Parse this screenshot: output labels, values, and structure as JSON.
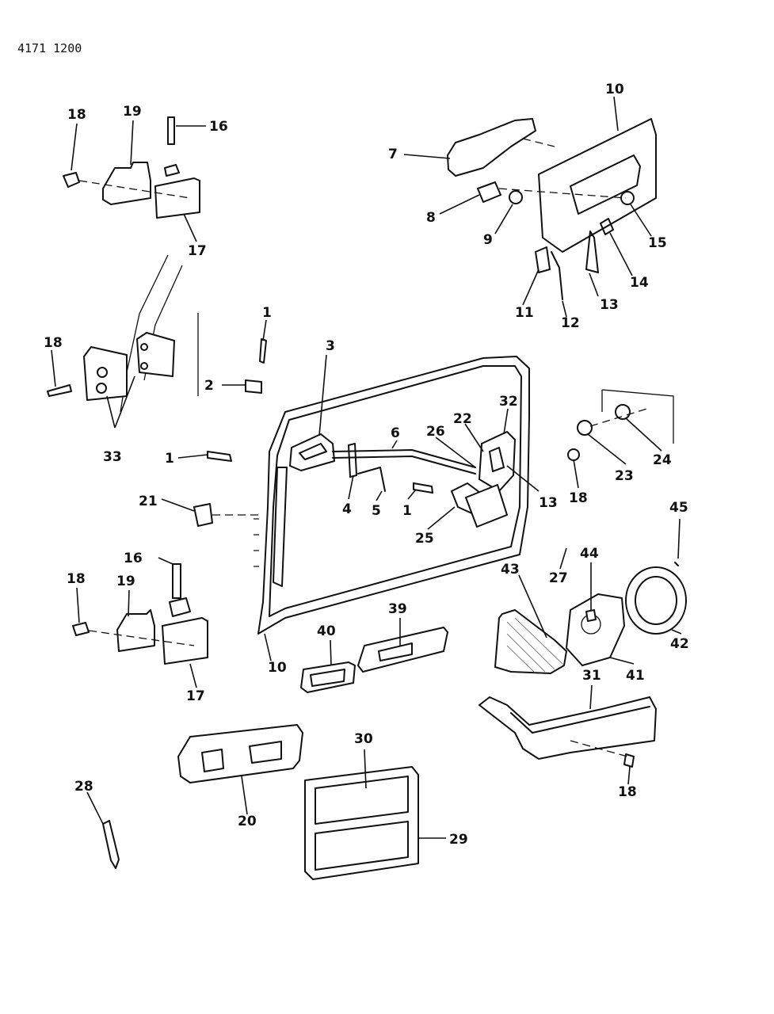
{
  "document": {
    "code": "4171 1200"
  },
  "callouts": [
    {
      "id": "c18a",
      "label": "18"
    },
    {
      "id": "c19a",
      "label": "19"
    },
    {
      "id": "c16a",
      "label": "16"
    },
    {
      "id": "c17a",
      "label": "17"
    },
    {
      "id": "c7",
      "label": "7"
    },
    {
      "id": "c10a",
      "label": "10"
    },
    {
      "id": "c8",
      "label": "8"
    },
    {
      "id": "c9",
      "label": "9"
    },
    {
      "id": "c15",
      "label": "15"
    },
    {
      "id": "c14",
      "label": "14"
    },
    {
      "id": "c13a",
      "label": "13"
    },
    {
      "id": "c12",
      "label": "12"
    },
    {
      "id": "c11",
      "label": "11"
    },
    {
      "id": "c18b",
      "label": "18"
    },
    {
      "id": "c33",
      "label": "33"
    },
    {
      "id": "c1a",
      "label": "1"
    },
    {
      "id": "c2",
      "label": "2"
    },
    {
      "id": "c3",
      "label": "3"
    },
    {
      "id": "c6",
      "label": "6"
    },
    {
      "id": "c26",
      "label": "26"
    },
    {
      "id": "c22",
      "label": "22"
    },
    {
      "id": "c32",
      "label": "32"
    },
    {
      "id": "c1b",
      "label": "1"
    },
    {
      "id": "c21",
      "label": "21"
    },
    {
      "id": "c4",
      "label": "4"
    },
    {
      "id": "c5",
      "label": "5"
    },
    {
      "id": "c1c",
      "label": "1"
    },
    {
      "id": "c25",
      "label": "25"
    },
    {
      "id": "c13b",
      "label": "13"
    },
    {
      "id": "c18c",
      "label": "18"
    },
    {
      "id": "c23",
      "label": "23"
    },
    {
      "id": "c24",
      "label": "24"
    },
    {
      "id": "c45",
      "label": "45"
    },
    {
      "id": "c27",
      "label": "27"
    },
    {
      "id": "c44",
      "label": "44"
    },
    {
      "id": "c43",
      "label": "43"
    },
    {
      "id": "c42",
      "label": "42"
    },
    {
      "id": "c41",
      "label": "41"
    },
    {
      "id": "c16b",
      "label": "16"
    },
    {
      "id": "c18d",
      "label": "18"
    },
    {
      "id": "c19b",
      "label": "19"
    },
    {
      "id": "c17b",
      "label": "17"
    },
    {
      "id": "c10b",
      "label": "10"
    },
    {
      "id": "c40",
      "label": "40"
    },
    {
      "id": "c39",
      "label": "39"
    },
    {
      "id": "c31",
      "label": "31"
    },
    {
      "id": "c18e",
      "label": "18"
    },
    {
      "id": "c30",
      "label": "30"
    },
    {
      "id": "c20",
      "label": "20"
    },
    {
      "id": "c28",
      "label": "28"
    },
    {
      "id": "c29",
      "label": "29"
    }
  ]
}
